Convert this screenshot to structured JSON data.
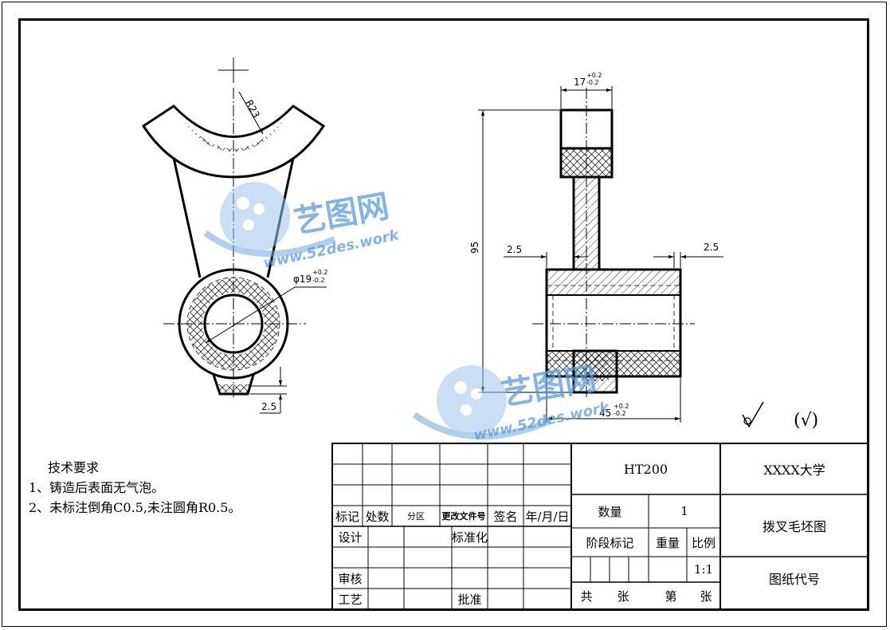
{
  "watermark": {
    "brand": "艺图网",
    "url": "www.52des.work"
  },
  "dimensions": {
    "radius": "R23",
    "bore_dia": "φ19",
    "bore_tol_upper": "+0.2",
    "bore_tol_lower": "-0.2",
    "left_height": "2.5",
    "top_width": "17",
    "top_tol_upper": "+0.2",
    "top_tol_lower": "-0.2",
    "height": "95",
    "left_step": "2.5",
    "right_step": "2.5",
    "width": "45",
    "width_tol_upper": "+0.2",
    "width_tol_lower": "-0.2"
  },
  "surface_finish": {
    "paren_symbol": "(√)"
  },
  "tech_requirements": {
    "title": "技术要求",
    "items": [
      "1、铸造后表面无气泡。",
      "2、未标注倒角C0.5,未注圆角R0.5。"
    ]
  },
  "title_block": {
    "material": "HT200",
    "school": "XXXX大学",
    "part_name": "拨叉毛坯图",
    "drawing_no_label": "图纸代号",
    "quantity_label": "数量",
    "quantity_value": "1",
    "stage_label": "阶段标记",
    "weight_label": "重量",
    "scale_label": "比例",
    "scale_value": "1:1",
    "sheets_total": "共",
    "sheet_unit_1": "张",
    "sheet_no": "第",
    "sheet_unit_2": "张",
    "row_labels": {
      "mark": "标记",
      "count": "处数",
      "zone": "分区",
      "change_doc": "更改文件号",
      "signature": "签名",
      "date": "年/月/日",
      "design": "设计",
      "standardize": "标准化",
      "review": "审核",
      "process": "工艺",
      "approve": "批准"
    }
  }
}
